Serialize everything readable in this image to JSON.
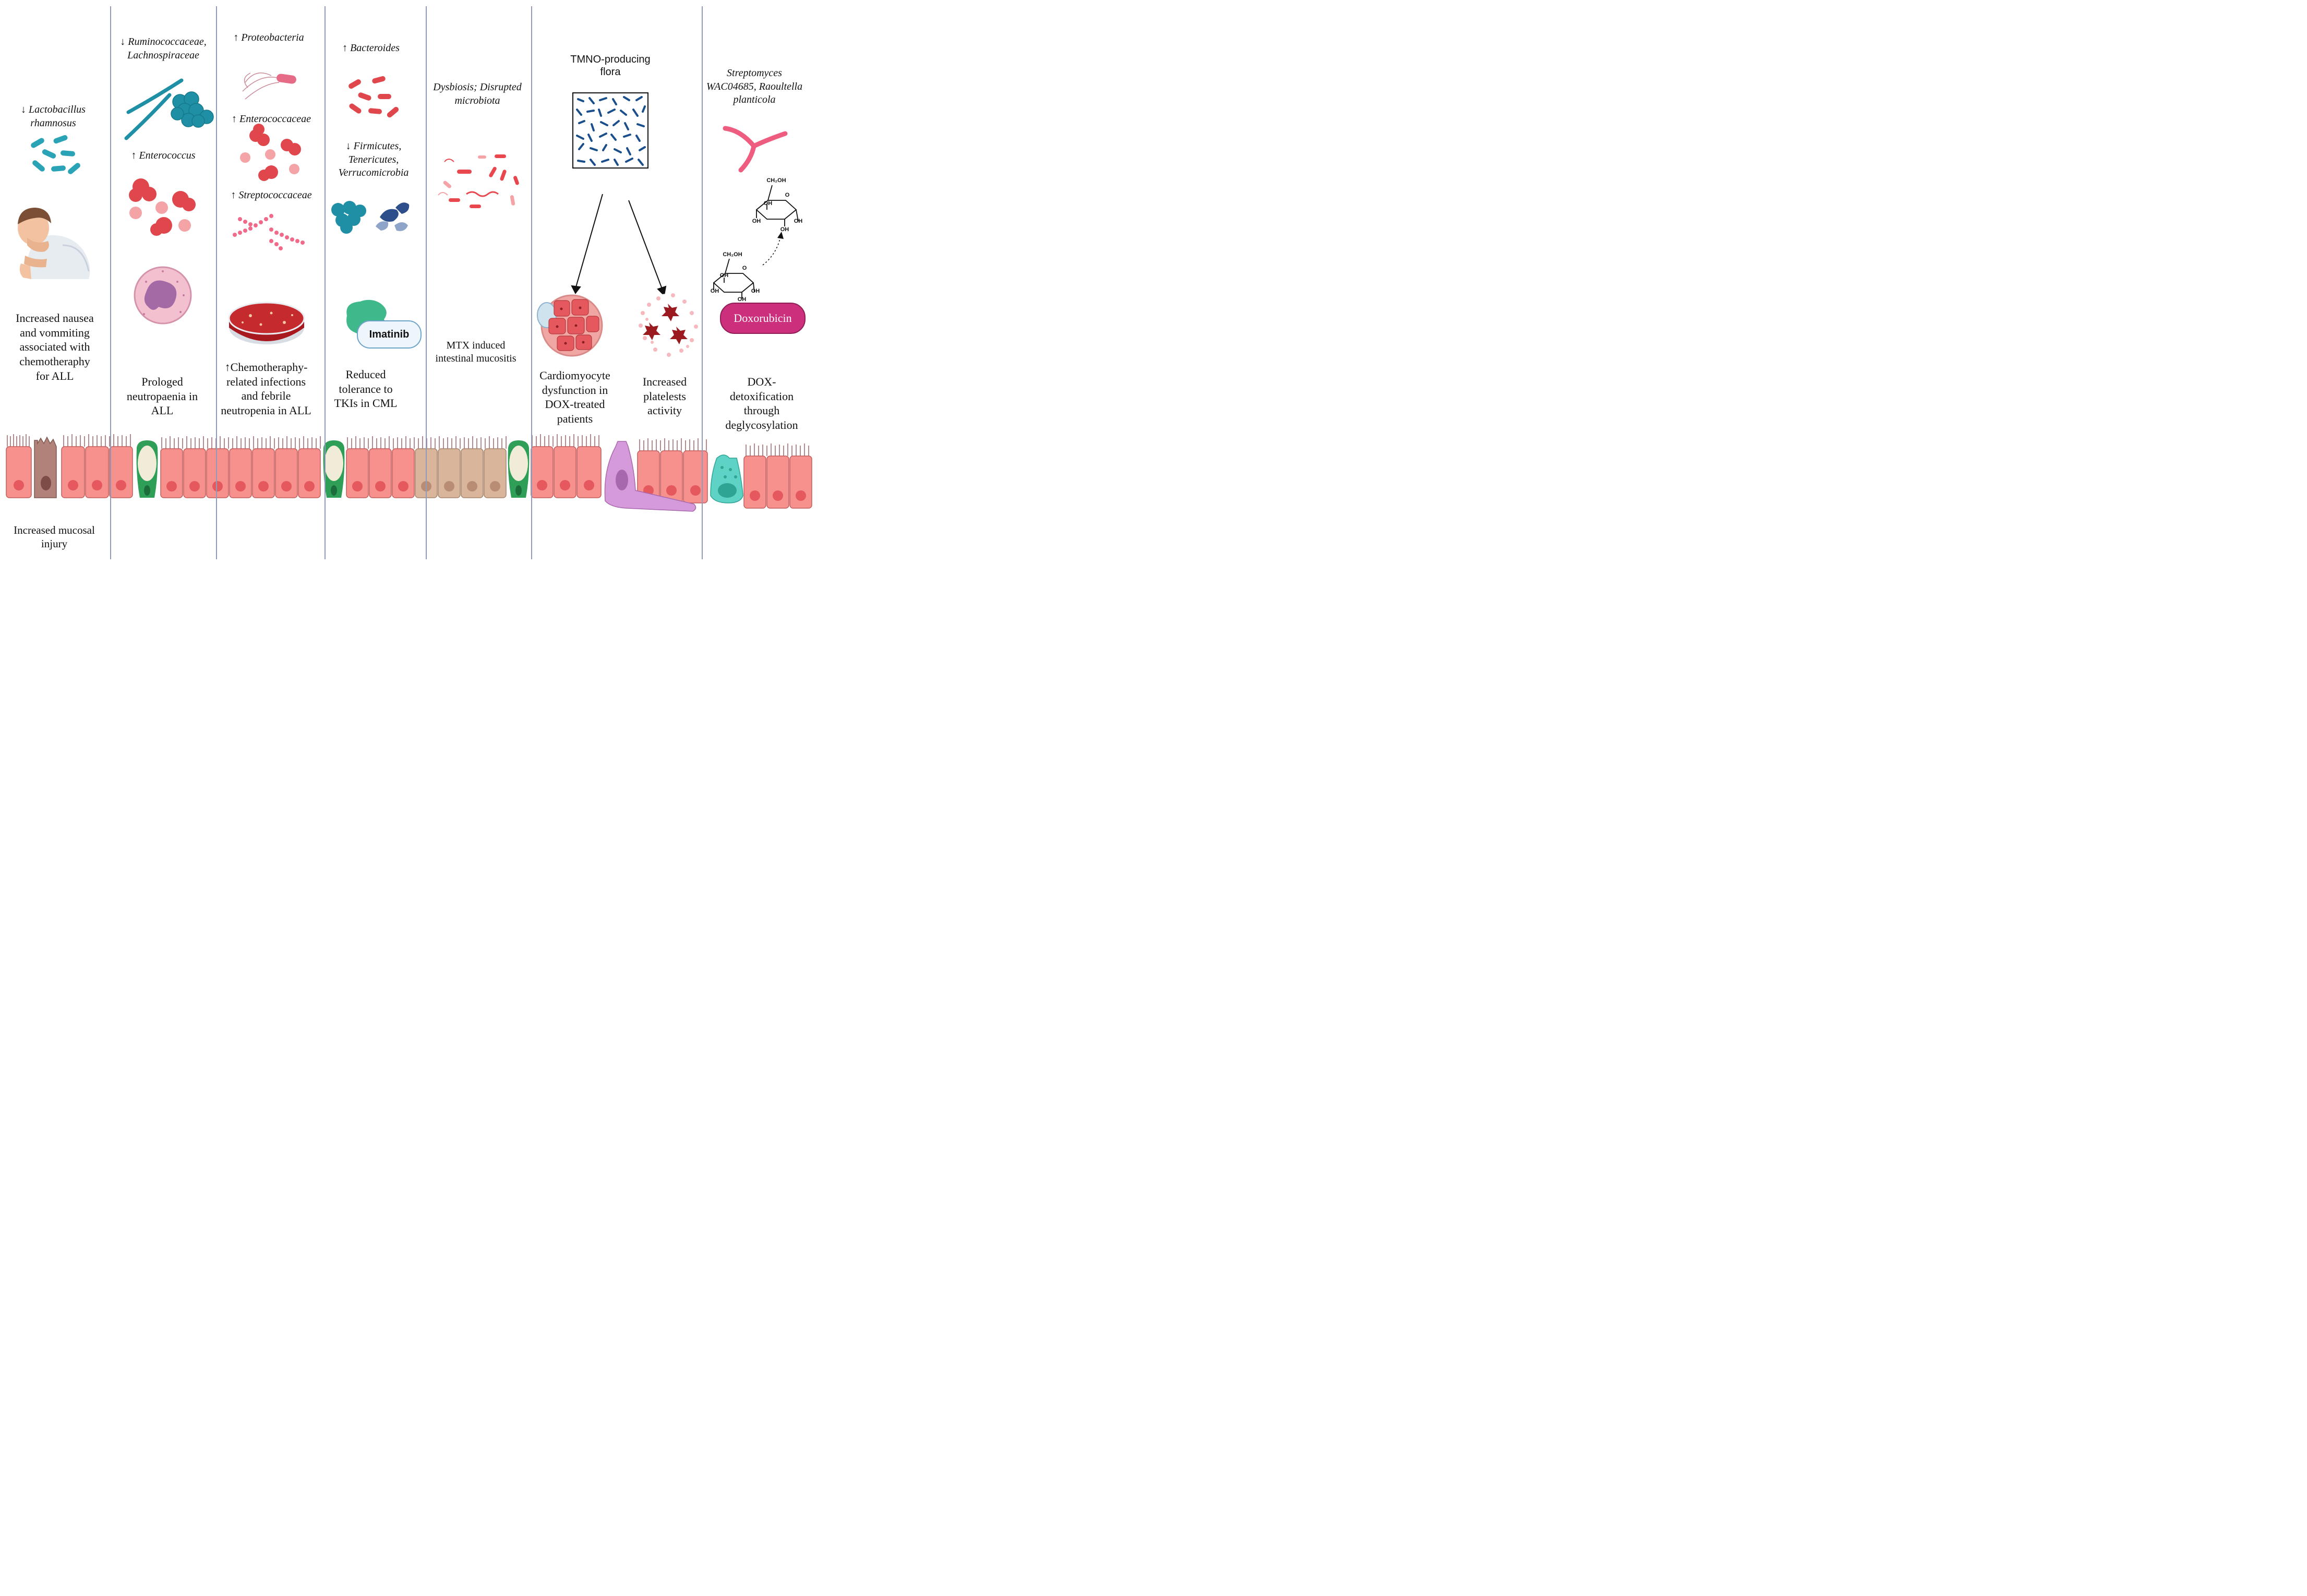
{
  "columns": [
    {
      "bacteria_label": "↓ Lactobacillus rhamnosus",
      "outcome": "Increased nausea and vommiting associated with chemotheraphy for ALL",
      "bottom_note": "Increased mucosal injury"
    },
    {
      "bacteria_label_1": "↓ Ruminococcaceae, Lachnospiraceae",
      "bacteria_label_2": "↑ Enterococcus",
      "outcome": "Prologed neutropaenia in ALL"
    },
    {
      "bacteria_label_1": "↑ Proteobacteria",
      "bacteria_label_2": "↑ Enterococcaceae",
      "bacteria_label_3": "↑ Streptococcaceae",
      "outcome": "↑Chemotheraphy-related infections and febrile neutropenia in ALL"
    },
    {
      "bacteria_label_1": "↑ Bacteroides",
      "bacteria_label_2": "↓ Firmicutes, Tenericutes, Verrucomicrobia",
      "drug_label": "Imatinib",
      "outcome": "Reduced tolerance to TKIs in CML"
    },
    {
      "bacteria_label": "Dysbiosis; Disrupted microbiota",
      "outcome": "MTX induced intestinal mucositis"
    },
    {
      "bacteria_label": "TMNO-producing flora",
      "outcome_left": "Cardiomyocyte dysfunction in DOX-treated patients",
      "outcome_right": "Increased platelests activity"
    },
    {
      "bacteria_label": "Streptomyces WAC04685, Raoultella planticola",
      "drug_label": "Doxorubicin",
      "sugar_top_label": "CH₂OH",
      "sugar_oh_label": "OH",
      "sugar_o_label": "O",
      "outcome": "DOX-detoxification through deglycosylation"
    }
  ],
  "colors": {
    "divider": "#8f9bb8",
    "epithelium": "#f7918d",
    "goblet": "#2f9e57",
    "teal_bacteria": "#2aa3b7",
    "red_cocci": "#e0474d",
    "pink_strepto": "#f06b8a",
    "blood_agar": "#a8191f",
    "doxorubicin": "#cc2f7b",
    "platelet": "#9b1a1f",
    "tmno_flora": "#1b4f8c"
  }
}
